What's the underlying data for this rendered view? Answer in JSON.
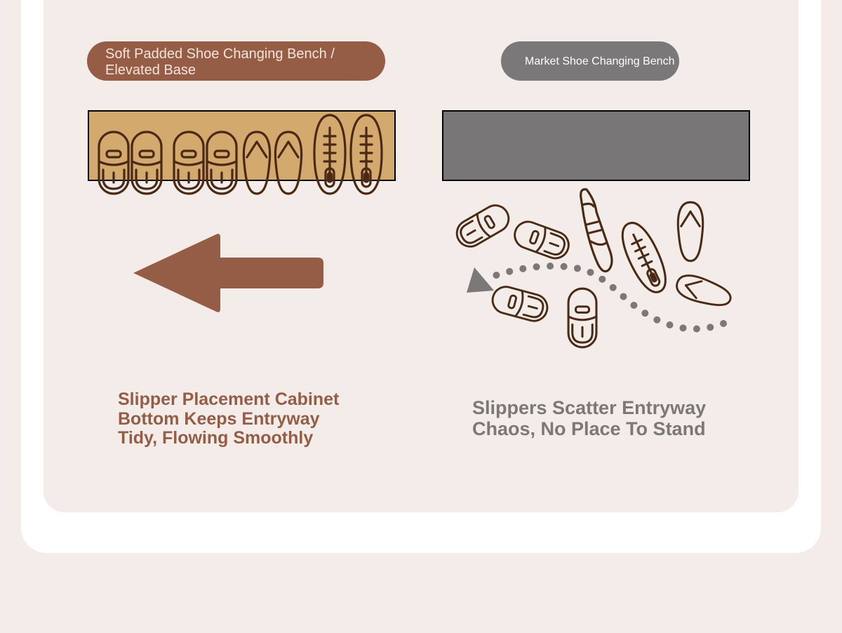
{
  "left_panel": {
    "badge_label": "Soft Padded Shoe Changing Bench / Elevated Base",
    "caption": "Slipper Placement Cabinet Bottom Keeps Entryway Tidy, Flowing Smoothly",
    "color": "#955d46",
    "rack_color": "#d3a96e",
    "arrow_icon": "arrow-left-icon",
    "items": [
      "slipper-icon",
      "slipper-icon",
      "slipper-icon",
      "slipper-icon",
      "flip-flop-icon",
      "flip-flop-icon",
      "sneaker-icon",
      "sneaker-icon"
    ]
  },
  "right_panel": {
    "badge_label": "Market Shoe Changing Bench",
    "caption": "Slippers Scatter Entryway Chaos, No Place To Stand",
    "color": "#7b7878",
    "rack_color": "#787677",
    "path_icon": "dotted-arrow-icon",
    "items": [
      "slipper-icon",
      "slipper-icon",
      "dress-shoe-icon",
      "sneaker-icon",
      "flip-flop-icon",
      "slipper-icon",
      "slipper-icon",
      "flip-flop-icon"
    ]
  },
  "colors": {
    "background": "#f3ece8",
    "frame": "#ffffff",
    "icon_stroke": "#4a2a15"
  }
}
